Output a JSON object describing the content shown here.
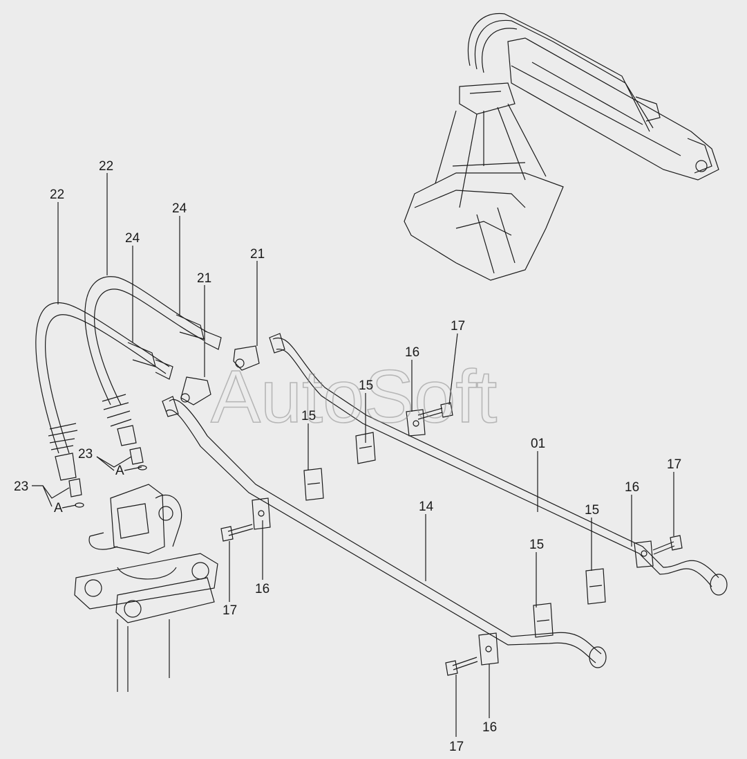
{
  "watermark": "AutoSoft",
  "callouts": {
    "c22a": "22",
    "c22b": "22",
    "c24a": "24",
    "c24b": "24",
    "c21a": "21",
    "c21b": "21",
    "c23a": "23",
    "c23b": "23",
    "cAa": "A",
    "cAb": "A",
    "c15a": "15",
    "c15b": "15",
    "c15c": "15",
    "c15d": "15",
    "c16a": "16",
    "c16b": "16",
    "c16c": "16",
    "c16d": "16",
    "c17a": "17",
    "c17b": "17",
    "c17c": "17",
    "c17d": "17",
    "c01": "01",
    "c14": "14"
  },
  "colors": {
    "ink": "#1a1a1a",
    "paper": "#ececec",
    "watermark": "#8a8a8a"
  }
}
